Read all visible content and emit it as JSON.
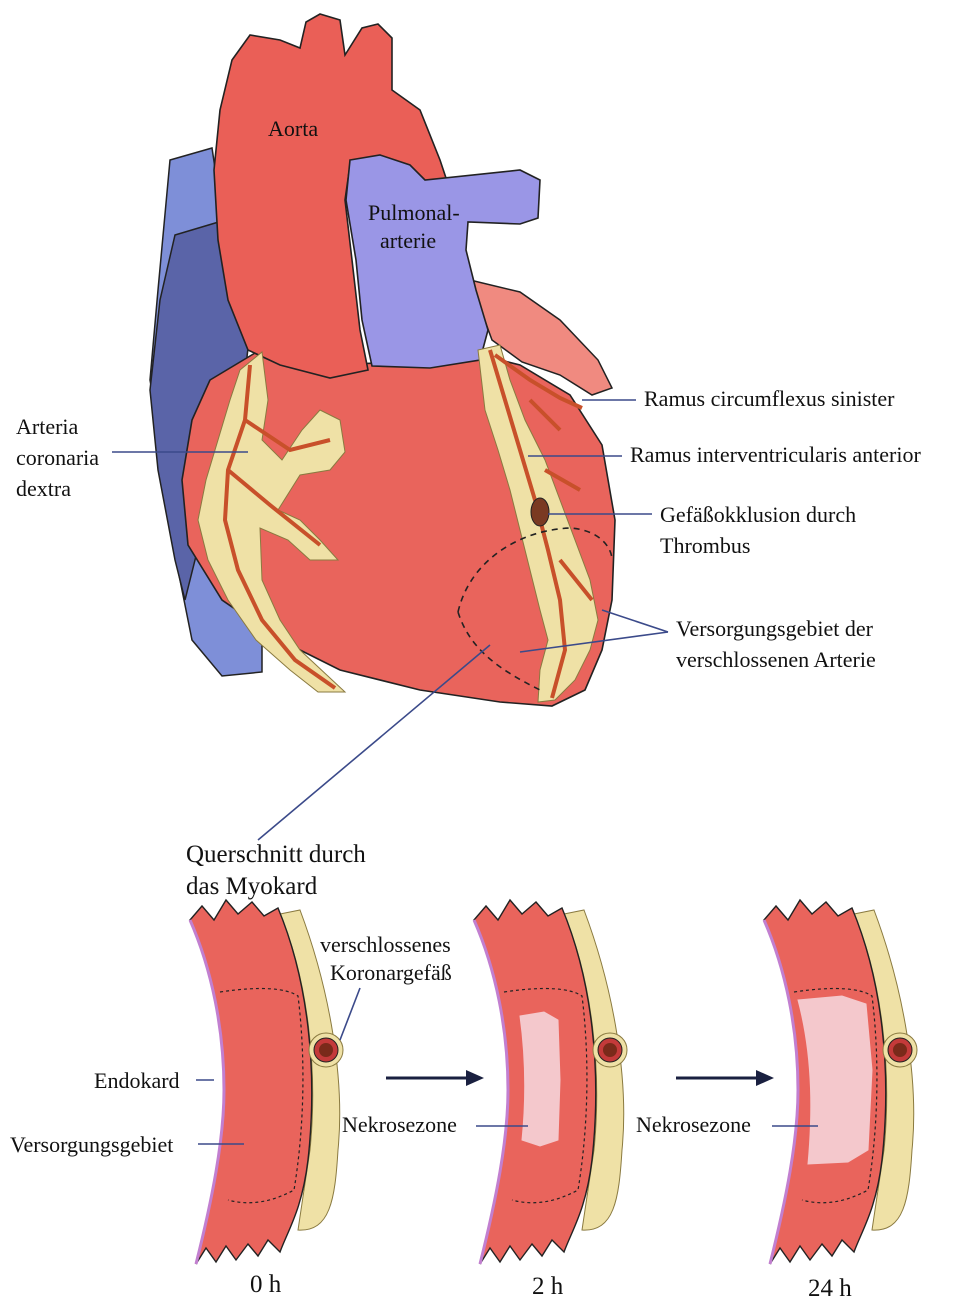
{
  "heart_labels": {
    "aorta": "Aorta",
    "pulmonal_line1": "Pulmonal-",
    "pulmonal_line2": "arterie",
    "rca_line1": "Arteria",
    "rca_line2": "coronaria",
    "rca_line3": "dextra",
    "circumflex": "Ramus circumflexus sinister",
    "interventricular": "Ramus interventricularis anterior",
    "occlusion_line1": "Gefäßokklusion durch",
    "occlusion_line2": "Thrombus",
    "territory_line1": "Versorgungsgebiet der",
    "territory_line2": "verschlossenen Arterie"
  },
  "section_labels": {
    "cross_line1": "Querschnitt durch",
    "cross_line2": "das Myokard",
    "vessel_line1": "verschlossenes",
    "vessel_line2": "Koronargefäß",
    "endokard": "Endokard",
    "versorgung": "Versorgungsgebiet",
    "necrosis_2h": "Nekrosezone",
    "necrosis_24h": "Nekrosezone",
    "time_0": "0 h",
    "time_2": "2 h",
    "time_24": "24 h"
  },
  "colors": {
    "myocardium": "#e9645c",
    "aorta": "#ea5f57",
    "vein": "#7e8fd8",
    "vena_cava_dark": "#5a64a8",
    "pulmonary": "#9a96e6",
    "fat": "#efe1a6",
    "coronary": "#c8502a",
    "necrosis": "#f4c8cc",
    "endocard": "#c27fd0"
  }
}
